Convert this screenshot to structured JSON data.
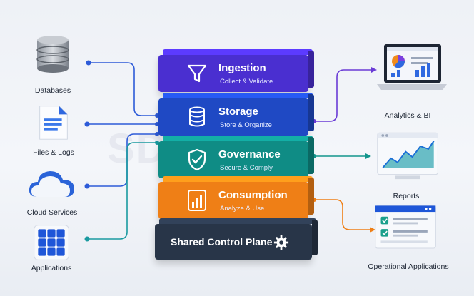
{
  "layers": [
    {
      "title": "Ingestion",
      "subtitle": "Collect & Validate",
      "icon": "funnel-icon",
      "color": "#4a2fd0"
    },
    {
      "title": "Storage",
      "subtitle": "Store & Organize",
      "icon": "database-icon",
      "color": "#1f49c4"
    },
    {
      "title": "Governance",
      "subtitle": "Secure & Comply",
      "icon": "shield-check-icon",
      "color": "#0f8c85"
    },
    {
      "title": "Consumption",
      "subtitle": "Analyze & Use",
      "icon": "bar-chart-icon",
      "color": "#ef7f16"
    }
  ],
  "control_plane": {
    "label": "Shared Control Plane",
    "icon": "gear-icon",
    "color": "#283548"
  },
  "sources": [
    {
      "label": "Databases",
      "icon": "database-cylinder-icon"
    },
    {
      "label": "Files & Logs",
      "icon": "document-icon"
    },
    {
      "label": "Cloud Services",
      "icon": "cloud-icon"
    },
    {
      "label": "Applications",
      "icon": "app-grid-icon"
    }
  ],
  "outputs": [
    {
      "label": "Analytics & BI",
      "icon": "laptop-dashboard-icon"
    },
    {
      "label": "Reports",
      "icon": "area-chart-monitor-icon"
    },
    {
      "label": "Operational Applications",
      "icon": "checklist-window-icon"
    }
  ],
  "watermark": "SDK Corp"
}
